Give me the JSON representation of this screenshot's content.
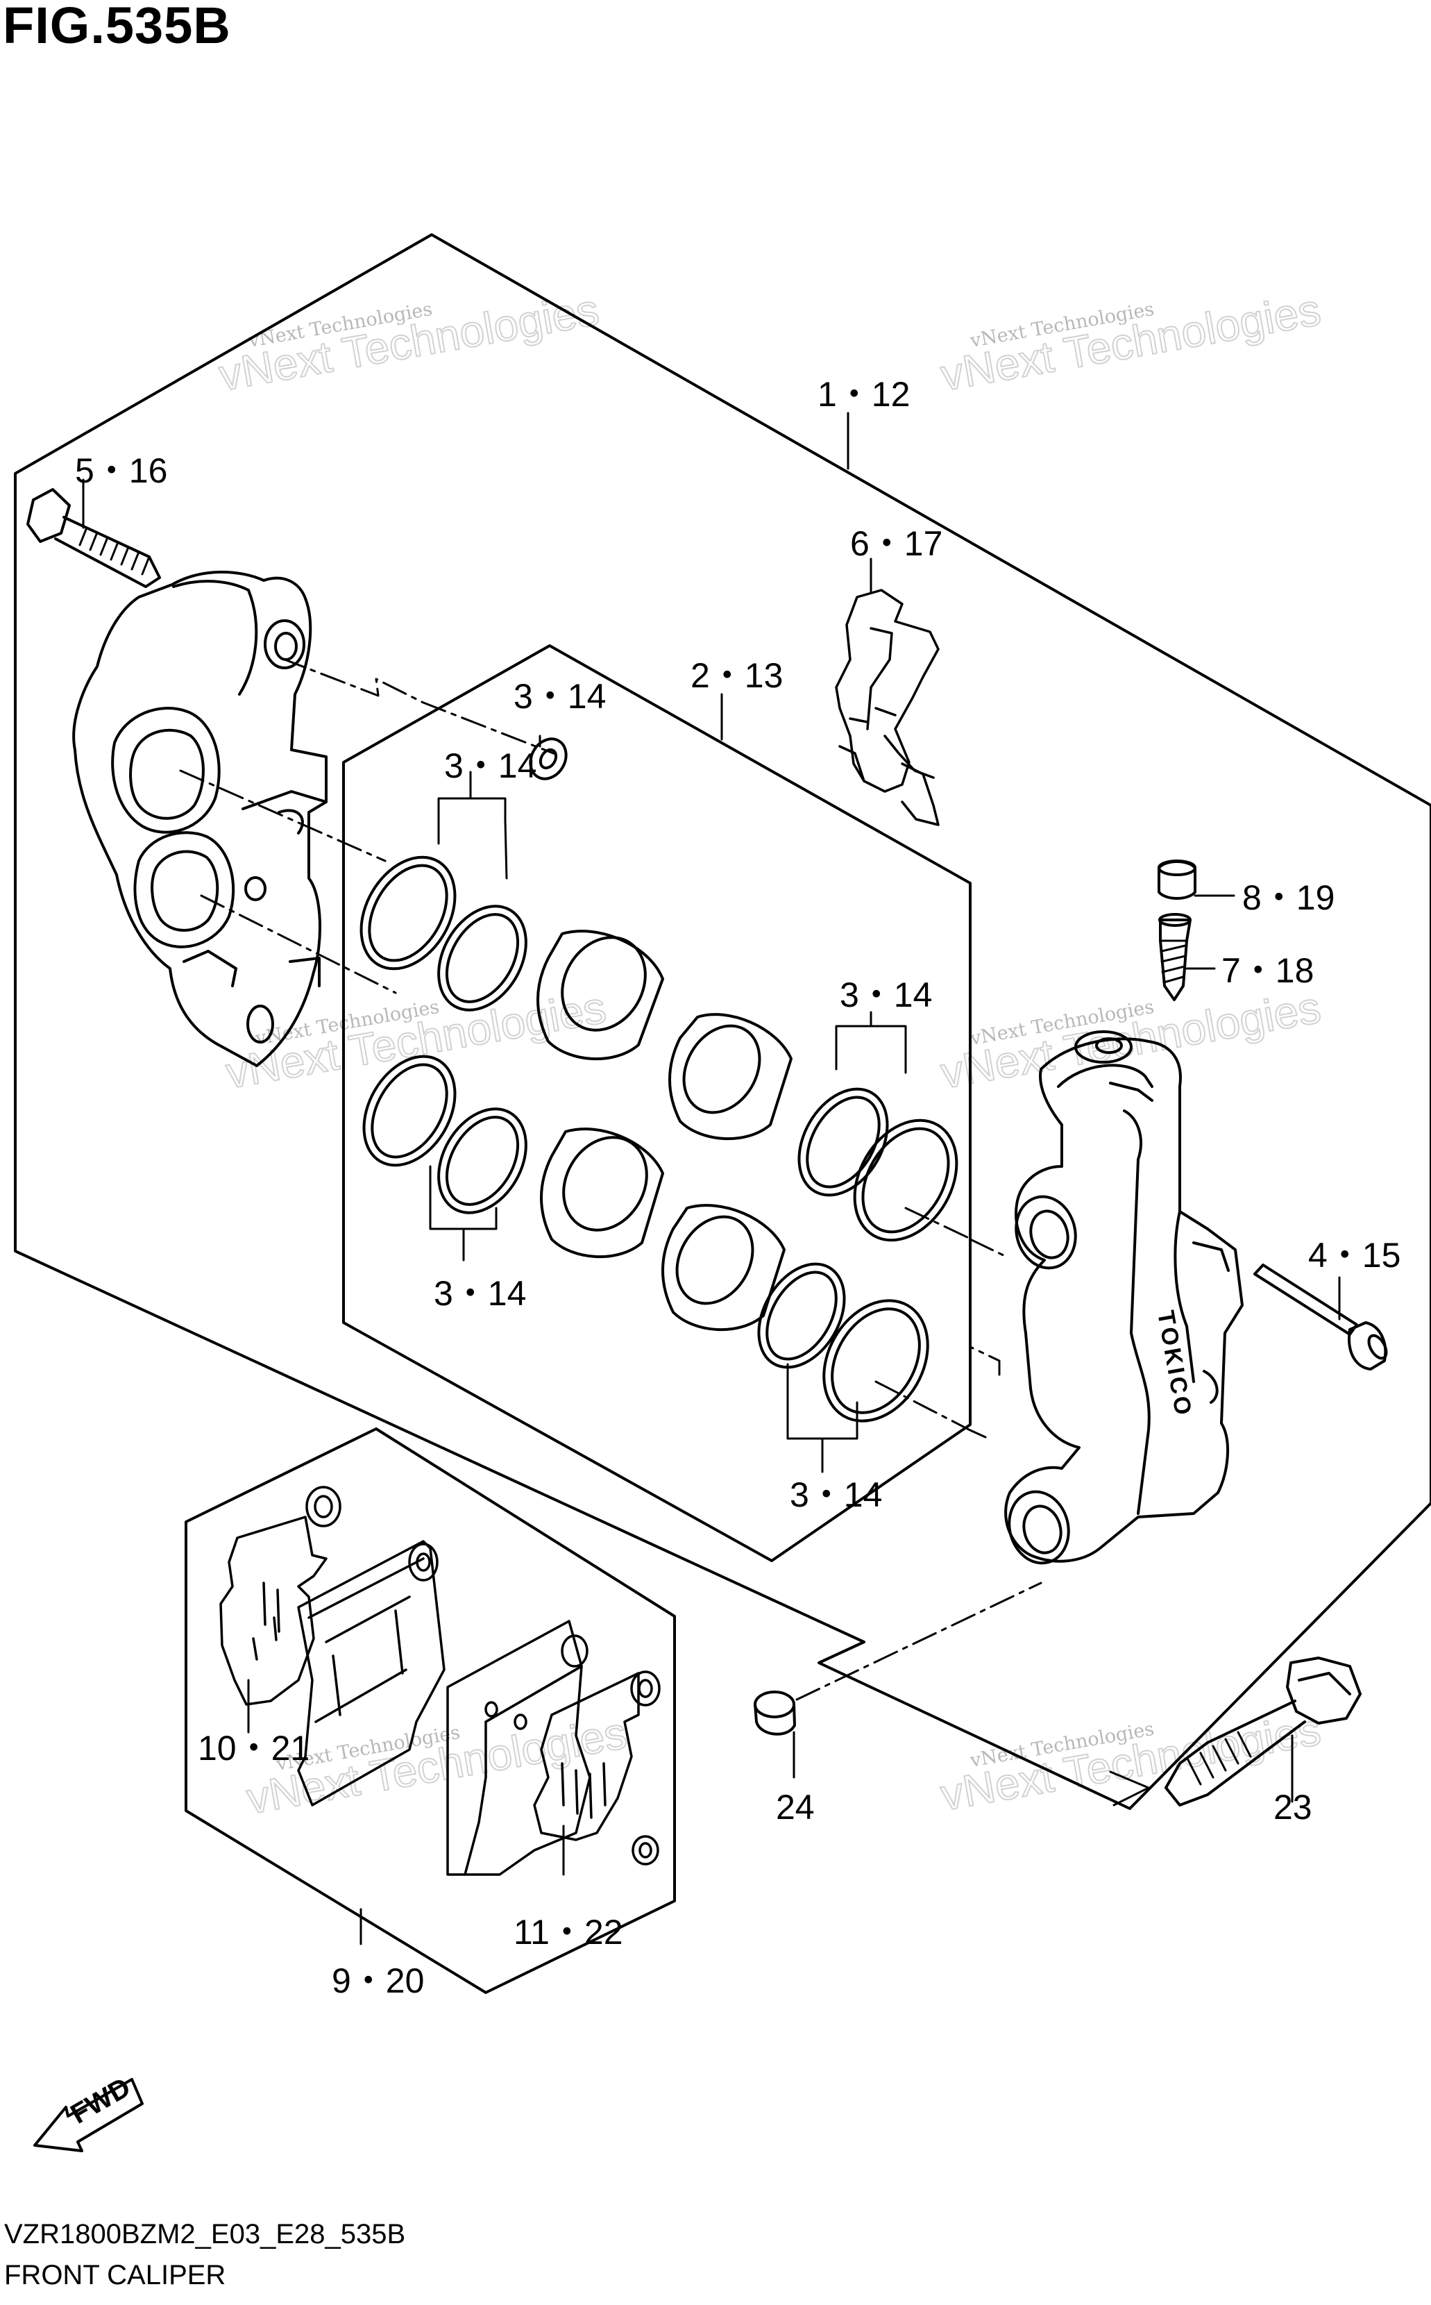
{
  "figure": {
    "title": "FIG.535B",
    "code": "VZR1800BZM2_E03_E28_535B",
    "name": "FRONT CALIPER"
  },
  "watermarks": [
    {
      "line1": "vNext Technologies",
      "line2": "vNext Technologies"
    },
    {
      "line1": "vNext Technologies",
      "line2": "vNext Technologies"
    },
    {
      "line1": "vNext Technologies",
      "line2": "vNext Technologies"
    },
    {
      "line1": "vNext Technologies",
      "line2": "vNext Technologies"
    },
    {
      "line1": "vNext Technologies",
      "line2": "vNext Technologies"
    },
    {
      "line1": "vNext Technologies",
      "line2": "vNext Technologies"
    }
  ],
  "callouts": {
    "c_1_12": "1・12",
    "c_5_16": "5・16",
    "c_6_17": "6・17",
    "c_2_13": "2・13",
    "c_3_14_a": "3・14",
    "c_3_14_b": "3・14",
    "c_3_14_c": "3・14",
    "c_3_14_d": "3・14",
    "c_3_14_e": "3・14",
    "c_8_19": "8・19",
    "c_7_18": "7・18",
    "c_4_15": "4・15",
    "c_10_21": "10・21",
    "c_11_22": "11・22",
    "c_9_20": "9・20",
    "c_24": "24",
    "c_23": "23"
  },
  "fwd_label": "FWD",
  "caliper_logo": "TOKICO",
  "colors": {
    "line": "#000000",
    "background": "#ffffff",
    "watermark": "#c8c8c8"
  }
}
